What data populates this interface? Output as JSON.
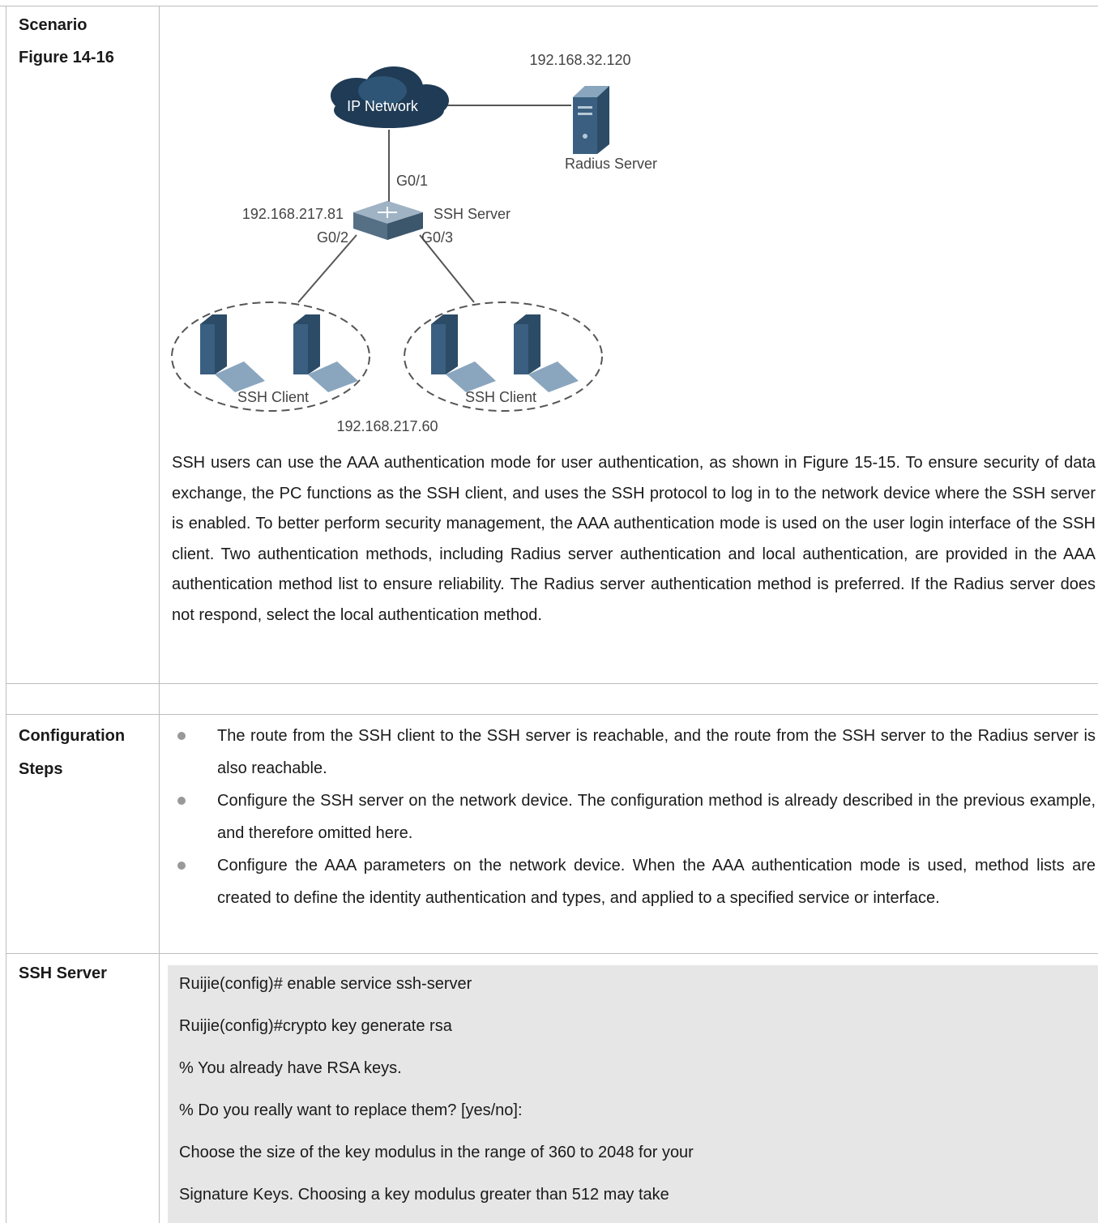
{
  "rows": {
    "scenario_label": "Scenario",
    "figure_label": "Figure 14-16",
    "config_label_line1": "Configuration",
    "config_label_line2": "Steps",
    "ssh_server_label": "SSH Server"
  },
  "diagram": {
    "radius_ip": "192.168.32.120",
    "cloud_label": "IP Network",
    "radius_label": "Radius Server",
    "port_g01": "G0/1",
    "server_ip": "192.168.217.81",
    "server_label": "SSH Server",
    "port_g02": "G0/2",
    "port_g03": "G0/3",
    "client_label_left": "SSH Client",
    "client_label_right": "SSH Client",
    "client_ip": "192.168.217.60"
  },
  "scenario_text": "SSH users can use the AAA authentication mode for user authentication, as shown in Figure 15-15. To ensure security of data exchange, the PC functions as the SSH client, and uses the SSH protocol to log in to the network device where the SSH server is enabled. To better perform security management, the AAA authentication mode is used on the user login interface of the SSH client. Two authentication methods, including Radius server authentication and local authentication, are provided in the AAA authentication method list to ensure reliability. The Radius server authentication method is preferred. If the Radius server does not respond, select the local authentication method.",
  "steps": [
    "The route from the SSH client to the SSH server is reachable, and the route from the SSH server to the Radius server is also reachable.",
    "Configure the SSH server on the network device. The configuration method is already described in the previous example, and therefore omitted here.",
    "Configure the AAA parameters on the network device. When the AAA authentication mode is used, method lists are created to define the identity authentication and types, and applied to a specified service or interface."
  ],
  "code_lines": [
    "Ruijie(config)# enable service ssh-server",
    "Ruijie(config)#crypto key generate rsa",
    "% You already have RSA keys.",
    "% Do you really want to replace them? [yes/no]:",
    "Choose the size of the key modulus in the range of 360 to 2048 for your",
    "Signature Keys. Choosing a key modulus greater than 512 may take"
  ]
}
